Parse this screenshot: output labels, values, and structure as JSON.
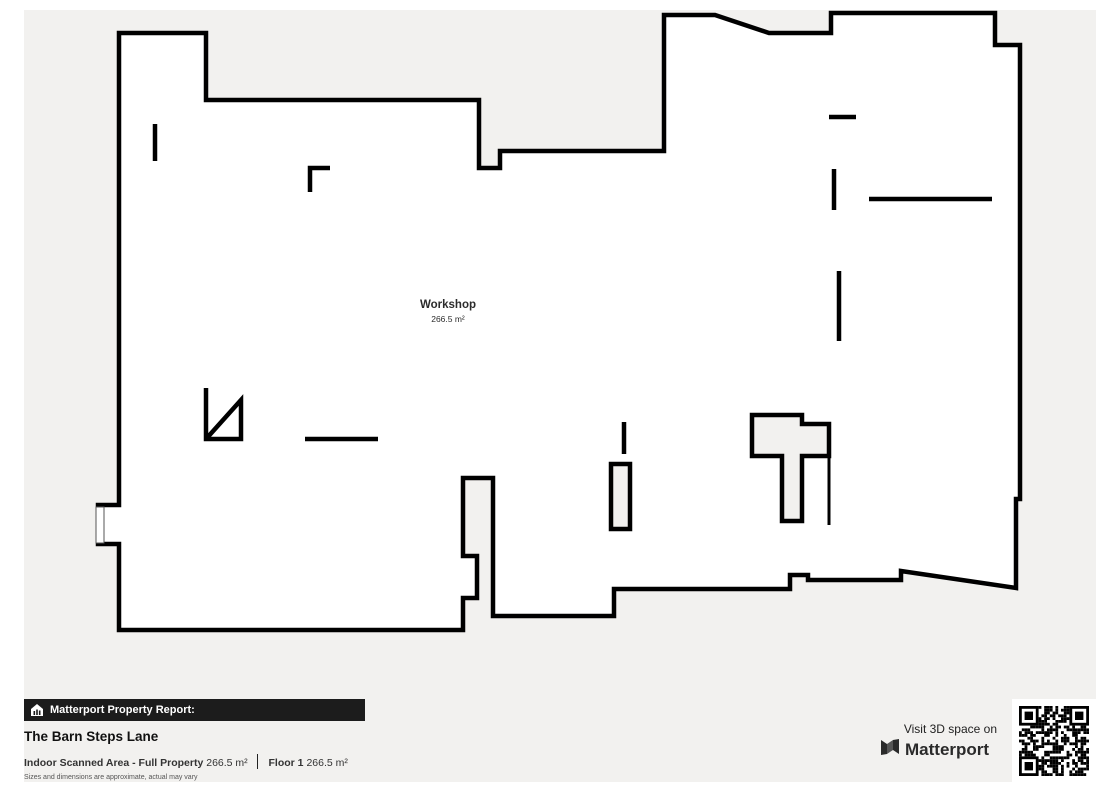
{
  "room": {
    "name": "Workshop",
    "area": "266.5 m²"
  },
  "footer": {
    "report_label": "Matterport Property Report:",
    "property_name": "The Barn Steps Lane",
    "indoor_label": "Indoor Scanned Area - Full Property",
    "indoor_value": "266.5 m²",
    "floor_label": "Floor 1",
    "floor_value": "266.5 m²",
    "disclaimer": "Sizes and dimensions are approximate, actual may vary",
    "visit_text": "Visit 3D space on",
    "brand_name": "Matterport"
  },
  "icons": {
    "report": "home-chart-icon",
    "brand": "matterport-logo-icon",
    "qr": "qr-code-icon"
  },
  "colors": {
    "sheet_background": "#f2f1ef",
    "room_fill": "#ffffff",
    "wall": "#000000",
    "banner": "#1c1c1c"
  }
}
